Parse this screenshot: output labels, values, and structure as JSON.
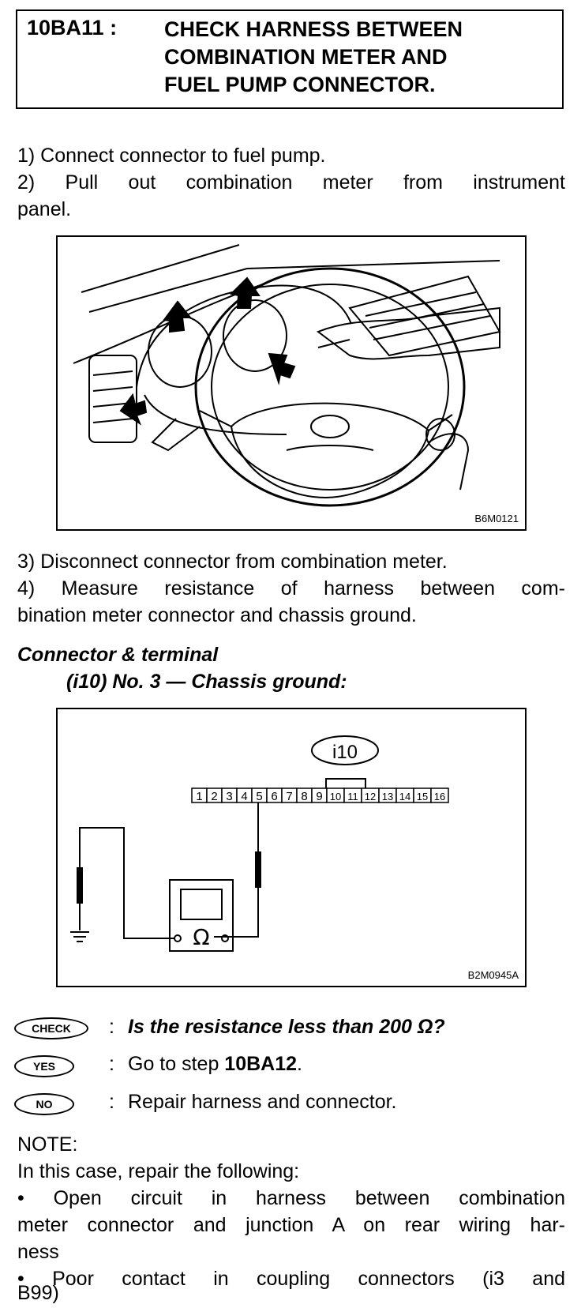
{
  "header": {
    "code": "10BA11 :",
    "title_lines": [
      "CHECK HARNESS BETWEEN",
      "COMBINATION METER AND",
      "FUEL PUMP CONNECTOR."
    ]
  },
  "steps": {
    "s1": "1) Connect connector to fuel pump.",
    "s2_line1": "2) Pull out combination meter from instrument",
    "s2_line2": "panel.",
    "s3": "3) Disconnect connector from combination meter.",
    "s4_line1": "4) Measure resistance of harness between com-",
    "s4_line2": "bination meter connector and chassis ground."
  },
  "figure1": {
    "id": "B6M0121"
  },
  "spec": {
    "heading": "Connector & terminal",
    "line": "(i10) No. 3 — Chassis ground:"
  },
  "figure2": {
    "id": "B2M0945A",
    "connector_label": "i10",
    "terminals": [
      "1",
      "2",
      "3",
      "4",
      "5",
      "6",
      "7",
      "8",
      "9",
      "10",
      "11",
      "12",
      "13",
      "14",
      "15",
      "16"
    ],
    "ohm_symbol": "Ω"
  },
  "check": {
    "check_badge": "CHECK",
    "yes_badge": "YES",
    "no_badge": "NO",
    "colon": ":",
    "question": "Is the resistance less than 200 Ω?",
    "yes_prefix": "Go to step ",
    "yes_step": "10BA12",
    "yes_suffix": ".",
    "no_text": "Repair harness and connector."
  },
  "note": {
    "label": "NOTE:",
    "intro": "In this case, repair the following:",
    "b1_line1": "• Open circuit in harness between combination",
    "b1_line2": "meter connector and junction A on rear wiring har-",
    "b1_line3": "ness",
    "b2_line1": "• Poor contact in coupling connectors (i3 and",
    "b2_line2": "B99)"
  }
}
